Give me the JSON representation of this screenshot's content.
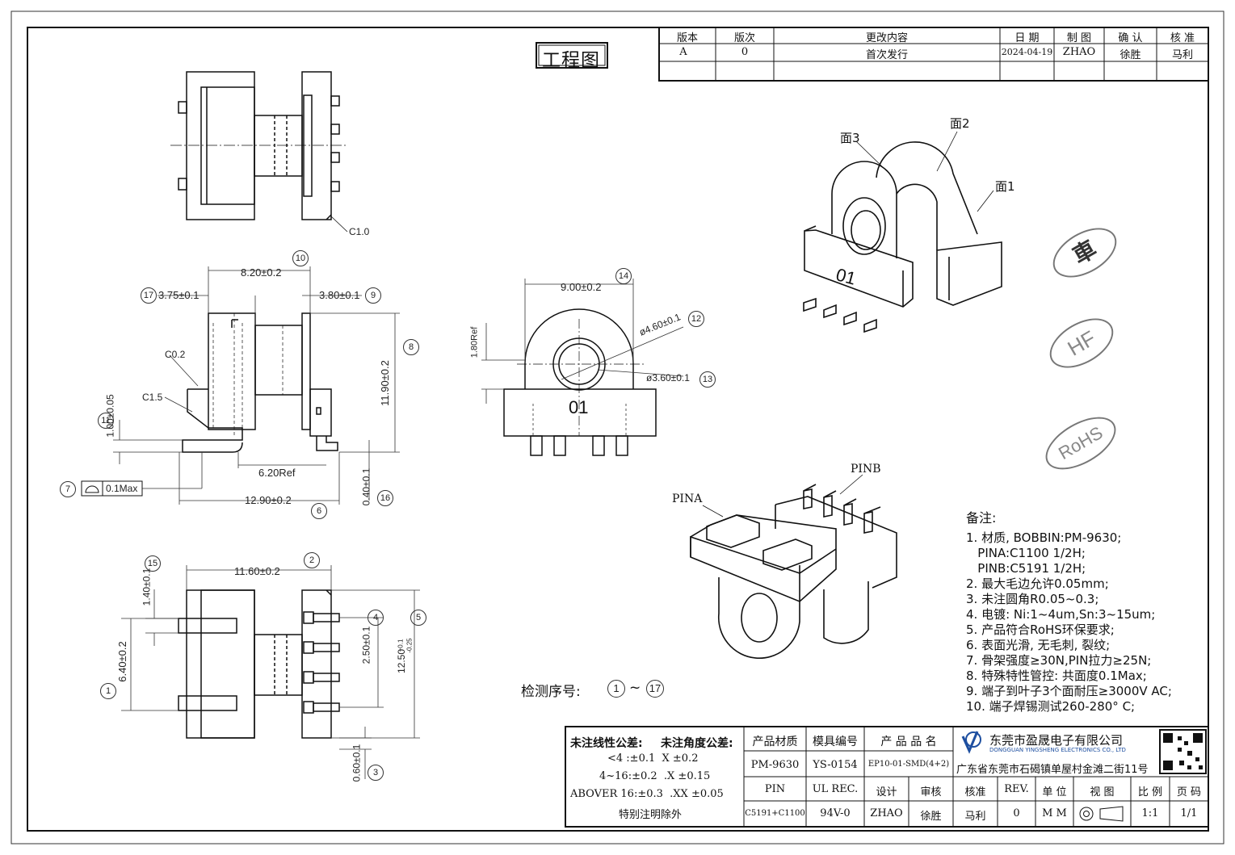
{
  "title": "工程图",
  "revision_table": {
    "headers": [
      "版本",
      "版次",
      "更改内容",
      "日 期",
      "制 图",
      "确 认",
      "核 准"
    ],
    "row": [
      "A",
      "0",
      "首次发行",
      "2024-04-19",
      "ZHAO",
      "徐胜",
      "马利"
    ]
  },
  "views": {
    "face_labels": [
      "面3",
      "面2",
      "面1"
    ],
    "pin_labels": [
      "PINA",
      "PINB"
    ],
    "part_mark": "01",
    "chamfer_top": "C1.0",
    "dimensions": {
      "d10": "8.20±0.2",
      "d17": "3.75±0.1",
      "d9": "3.80±0.1",
      "c02": "C0.2",
      "c15": "C1.5",
      "d11": "1.00±0.05",
      "d8": "11.90±0.2",
      "d6ref": "6.20Ref",
      "flat": "0.1Max",
      "d6": "12.90±0.2",
      "d16": "0.40±0.1",
      "d14": "9.00±0.2",
      "d12": "ø4.60±0.1",
      "d13": "ø3.60±0.1",
      "ref180": "1.80Ref",
      "d2": "11.60±0.2",
      "d15": "1.40±0.1",
      "d1": "6.40±0.2",
      "d4": "2.50±0.1",
      "d5": "12.50",
      "d5tol_up": "+0.1",
      "d5tol_dn": "-0.25",
      "d3": "0.60±0.1"
    },
    "callouts": [
      "1",
      "2",
      "3",
      "4",
      "5",
      "6",
      "7",
      "8",
      "9",
      "10",
      "11",
      "12",
      "13",
      "14",
      "15",
      "16",
      "17"
    ]
  },
  "inspection": {
    "label": "检测序号:",
    "from": "1",
    "tilde": "~",
    "to": "17"
  },
  "badges": [
    "車",
    "HF",
    "RoHS"
  ],
  "notes": {
    "heading": "备注:",
    "items": [
      "1. 材质, BOBBIN:PM-9630;",
      "   PINA:C1100 1/2H;",
      "   PINB:C5191 1/2H;",
      "2. 最大毛边允许0.05mm;",
      "3. 未注圆角R0.05~0.3;",
      "4. 电镀: Ni:1~4um,Sn:3~15um;",
      "5. 产品符合RoHS环保要求;",
      "6. 表面光滑, 无毛刺, 裂纹;",
      "7. 骨架强度≥30N,PIN拉力≥25N;",
      "8. 特殊特性管控: 共面度0.1Max;",
      "9. 端子到叶子3个面耐压≥3000V AC;",
      "10. 端子焊锡测试260-280° C;"
    ]
  },
  "tolerance": {
    "linear_title": "未注线性公差:",
    "angle_title": "未注角度公差:",
    "rows": [
      "<4 :±0.1  X ±0.2",
      "4~16:±0.2  .X ±0.15",
      "ABOVER 16:±0.3  .XX ±0.05"
    ],
    "footer": "特别注明除外"
  },
  "title_block": {
    "h_material": "产品材质",
    "v_material": "PM-9630",
    "h_mold": "模具编号",
    "v_mold": "YS-0154",
    "h_name": "产 品 品 名",
    "v_name": "EP10-01-SMD(4+2)",
    "company": "东莞市盈晟电子有限公司",
    "company_en": "DONGGUAN YINGSHENG ELECTRONICS CO., LTD",
    "address": "广东省东莞市石碣镇单屋村金滩二街11号",
    "h_pin": "PIN",
    "v_pin": "C5191+C1100",
    "h_ul": "UL REC.",
    "v_ul": "94V-0",
    "h_design": "设计",
    "v_design": "ZHAO",
    "h_check": "审核",
    "v_check": "徐胜",
    "h_approve": "核准",
    "v_approve": "马利",
    "h_rev": "REV.",
    "v_rev": "0",
    "h_unit": "单 位",
    "v_unit": "M M",
    "h_view": "视 图",
    "h_scale": "比 例",
    "v_scale": "1:1",
    "h_page": "页 码",
    "v_page": "1/1"
  }
}
